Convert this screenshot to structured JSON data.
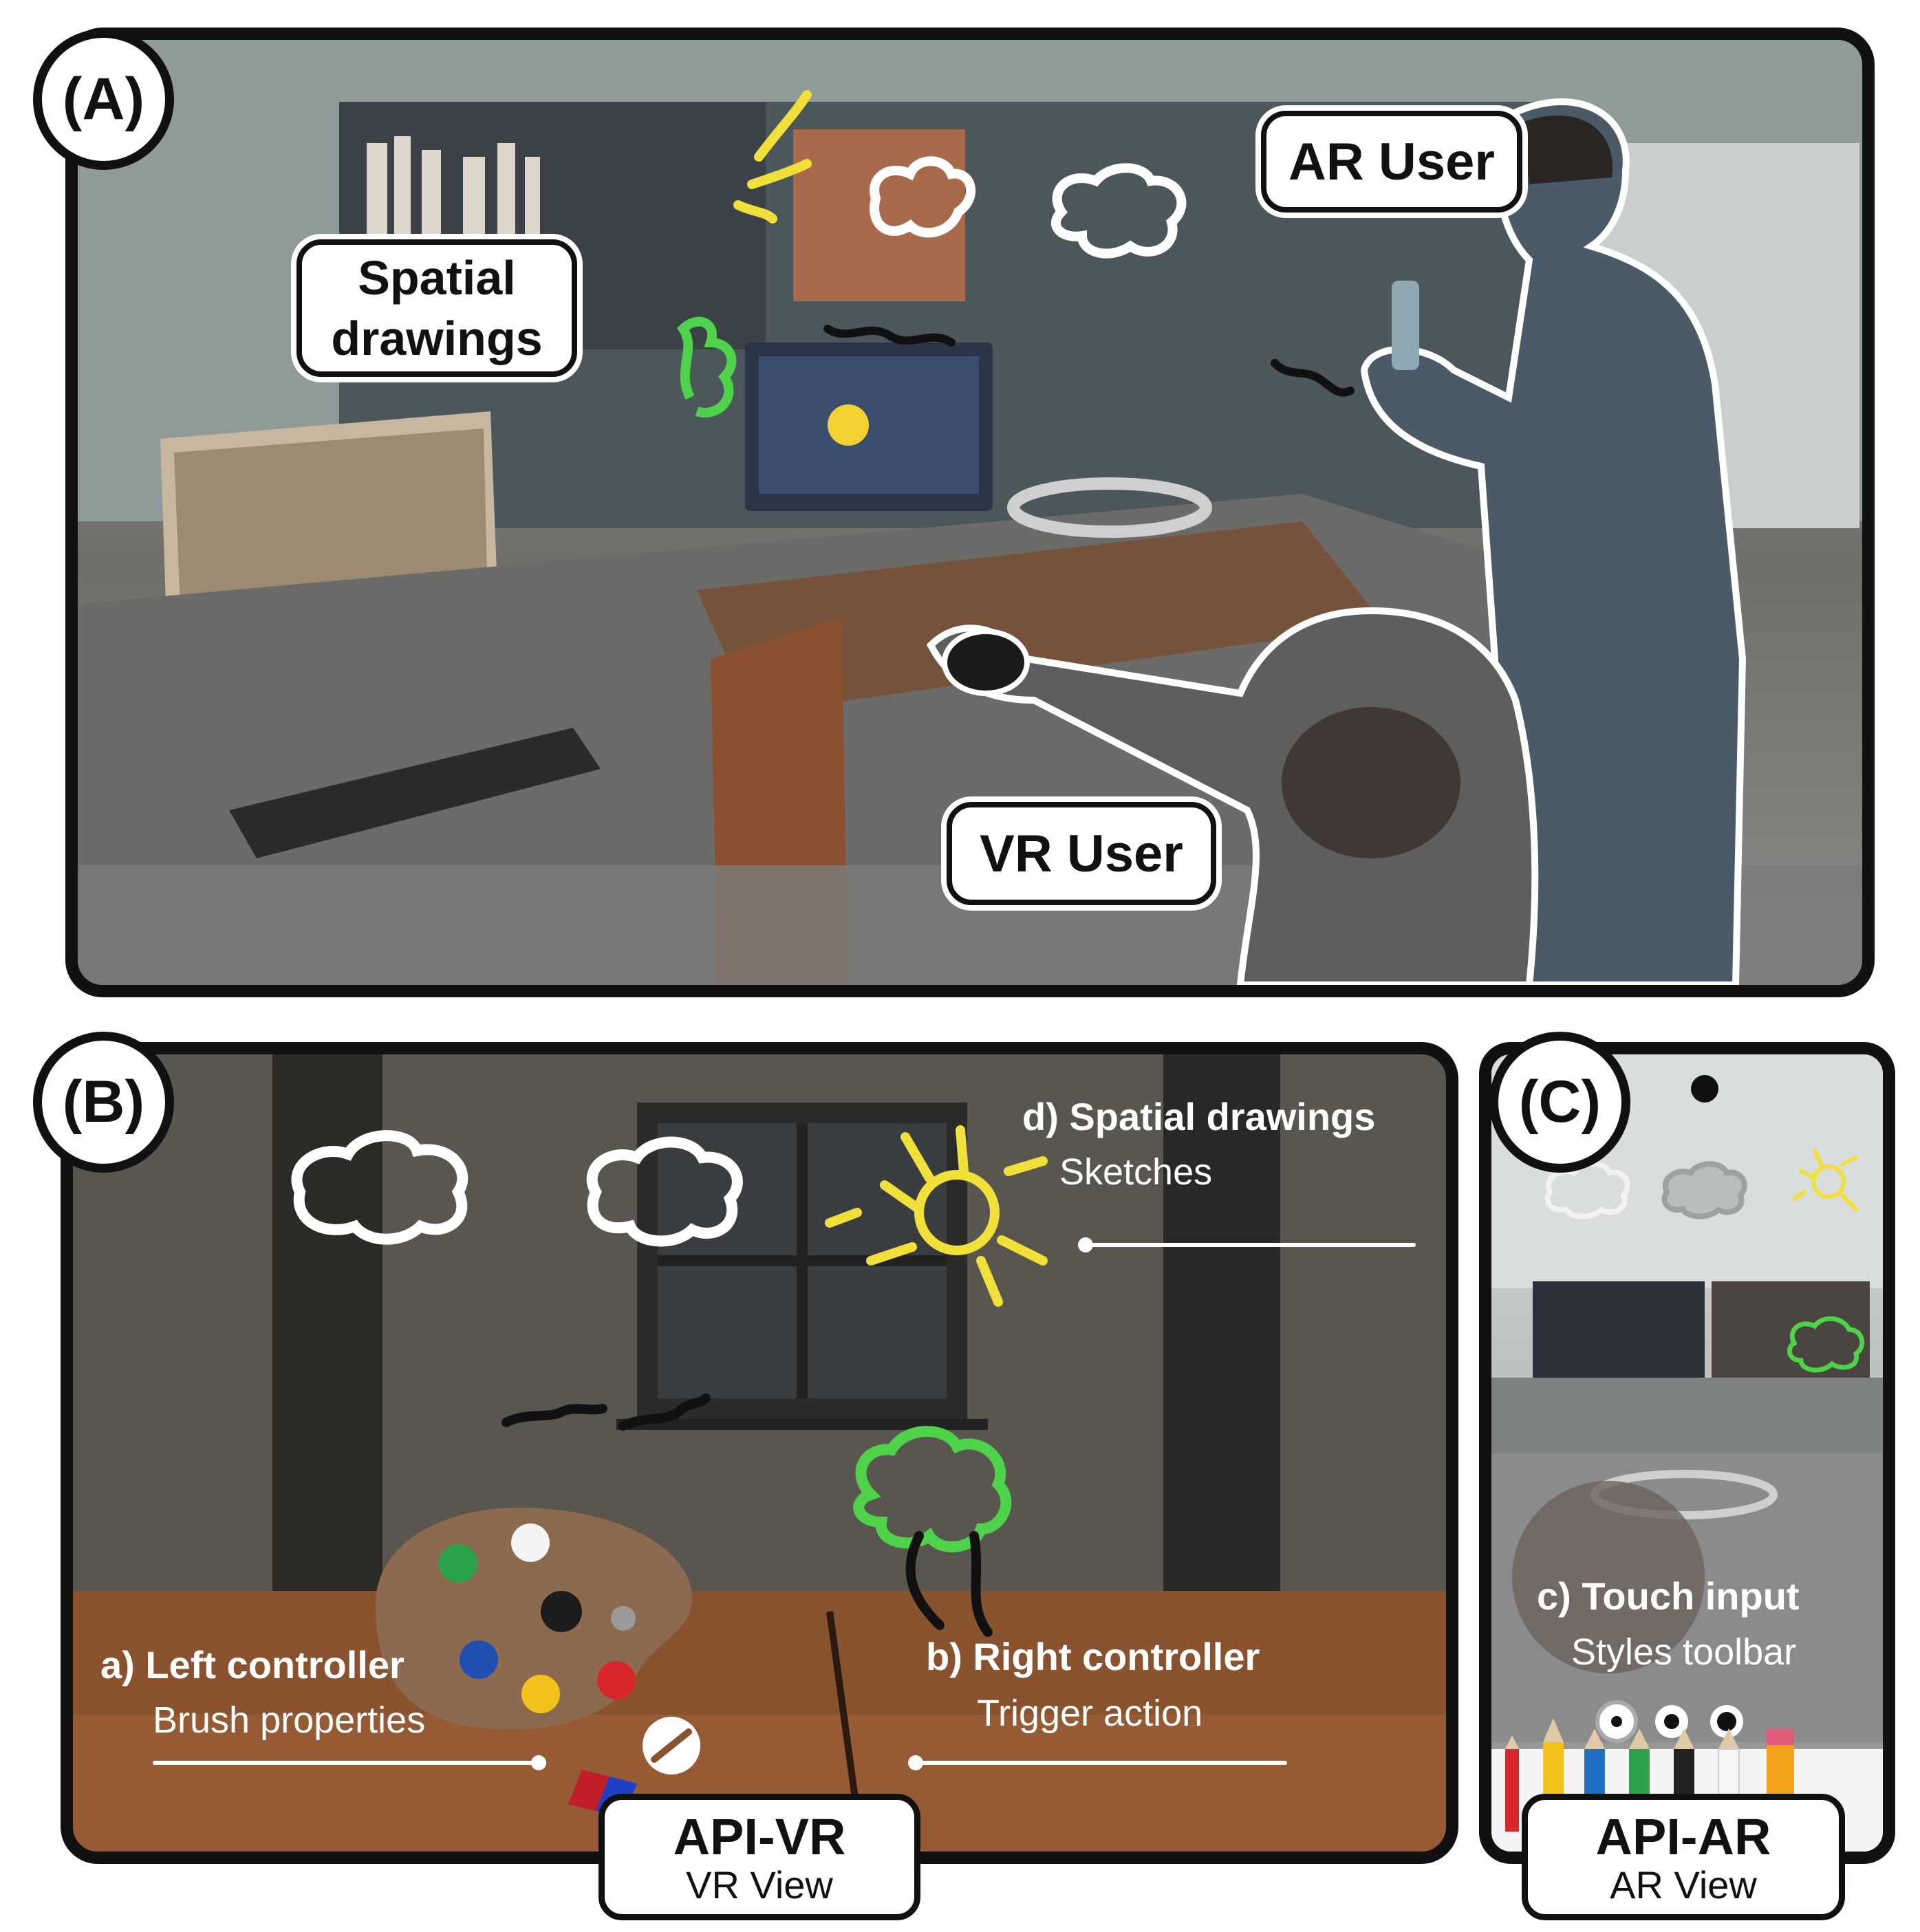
{
  "panels": {
    "a": {
      "label": "(A)",
      "callouts": {
        "spatial_drawings": "Spatial drawings",
        "ar_user": "AR User",
        "vr_user": "VR User"
      }
    },
    "b": {
      "label": "(B)",
      "annotations": {
        "left_controller_title": "a) Left controller",
        "left_controller_sub": "Brush properties",
        "right_controller_title": "b) Right controller",
        "right_controller_sub": "Trigger action",
        "spatial_drawings_title": "d) Spatial drawings",
        "spatial_drawings_sub": "Sketches"
      },
      "api_title": "API-VR",
      "api_sub": "VR View"
    },
    "c": {
      "label": "(C)",
      "annotations": {
        "touch_input_title": "c) Touch input",
        "touch_input_sub": "Styles toolbar"
      },
      "api_title": "API-AR",
      "api_sub": "AR View"
    }
  },
  "colors": {
    "outline": "#111111",
    "sketch_yellow": "#f1e03a",
    "sketch_green": "#4dd24a",
    "sketch_white": "#ffffff",
    "pencil_colors": [
      "#d8262c",
      "#f2c21b",
      "#1f6fc4",
      "#2aa34a",
      "#222222",
      "#f5f5f5"
    ]
  }
}
